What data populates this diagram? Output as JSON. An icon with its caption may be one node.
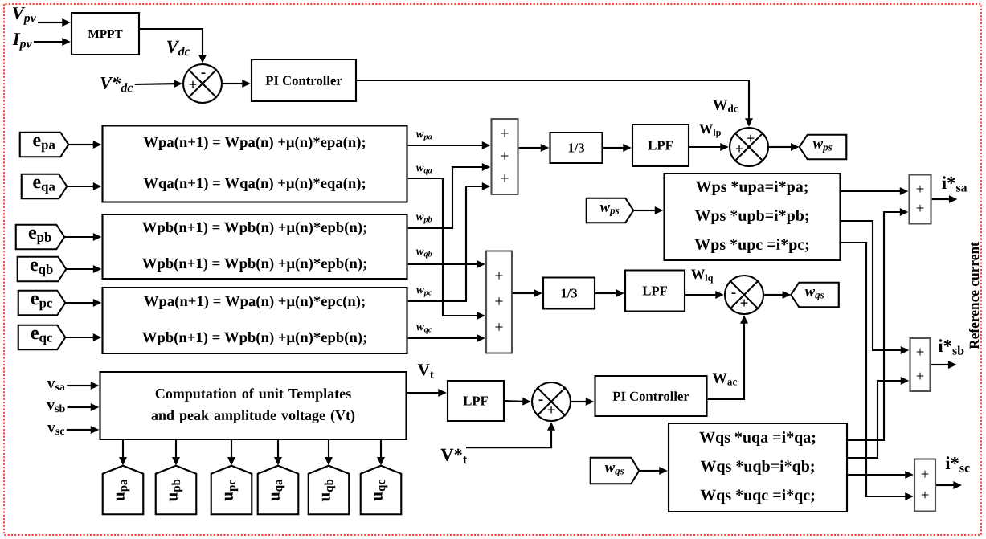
{
  "diagram": {
    "nodes": [
      {
        "text": [
          "V$_{pv}$"
        ]
      },
      {
        "text": [
          "I$_{pv}$"
        ]
      },
      {
        "text": [
          "MPPT"
        ]
      },
      {
        "text": [
          "V*$_{dc}$"
        ]
      },
      {
        "text": [
          "-",
          "+"
        ]
      },
      {
        "text": [
          "PI Controller"
        ]
      },
      {
        "text": [
          "e$_{pa}$"
        ]
      },
      {
        "text": [
          "Wpa(n+1) = Wpa(n) +μ(n)*epa(n);",
          "Wqa(n+1) = Wqa(n) +μ(n)*eqa(n);"
        ]
      },
      {
        "text": [
          "+",
          "+",
          "+"
        ]
      },
      {
        "text": [
          "1/3"
        ]
      },
      {
        "text": [
          "LPF"
        ]
      },
      {
        "text": [
          "+",
          "+"
        ]
      },
      {
        "text": [
          "w$_{ps}$"
        ]
      },
      {
        "text": [
          "e$_{qa}$"
        ]
      },
      {
        "text": [
          "w$_{ps}$"
        ]
      },
      {
        "text": [
          "Wps *upa=i*pa;",
          "Wps *upb=i*pb;",
          "Wps *upc =i*pc;"
        ]
      },
      {
        "text": [
          "+",
          "+"
        ]
      },
      {
        "text": [
          "e$_{pb}$"
        ]
      },
      {
        "text": [
          "e$_{qb}$"
        ]
      },
      {
        "text": [
          "Wpb(n+1) = Wpb(n) +μ(n)*epb(n);",
          "Wpb(n+1) = Wpb(n) +μ(n)*epb(n);"
        ]
      },
      {
        "text": [
          "+",
          "+",
          "+"
        ]
      },
      {
        "text": [
          "1/3"
        ]
      },
      {
        "text": [
          "LPF"
        ]
      },
      {
        "text": [
          "-",
          "+"
        ]
      },
      {
        "text": [
          "w$_{qs}$"
        ]
      },
      {
        "text": [
          "e$_{pc}$"
        ]
      },
      {
        "text": [
          "e$_{qc}$"
        ]
      },
      {
        "text": [
          "Wpa(n+1) = Wpa(n) +μ(n)*epc(n);",
          "Wpb(n+1) = Wpb(n) +μ(n)*epb(n);"
        ]
      },
      {
        "text": [
          "+",
          "+"
        ]
      },
      {
        "text": [
          "v$_{sa}$"
        ]
      },
      {
        "text": [
          "v$_{sb}$"
        ]
      },
      {
        "text": [
          "v$_{sc}$"
        ]
      },
      {
        "text": [
          "Computation of unit Templates and peak amplitude voltage (Vt)"
        ]
      },
      {
        "text": [
          "LPF"
        ]
      },
      {
        "text": [
          "-",
          "+"
        ]
      },
      {
        "text": [
          "PI Controller"
        ]
      },
      {
        "text": [
          "V*$_{t}$"
        ]
      },
      {
        "text": [
          "w$_{qs}$"
        ]
      },
      {
        "text": [
          "Wqs *uqa =i*qa;",
          "Wqs *uqb=i*qb;",
          "Wqs *uqc =i*qc;"
        ]
      },
      {
        "text": [
          "+",
          "+"
        ]
      },
      {
        "text": [
          "u$_{pa}$"
        ]
      },
      {
        "text": [
          "u$_{pb}$"
        ]
      },
      {
        "text": [
          "u$_{pc}$"
        ]
      },
      {
        "text": [
          "u$_{qa}$"
        ]
      },
      {
        "text": [
          "u$_{qb}$"
        ]
      },
      {
        "text": [
          "u$_{qc}$"
        ]
      }
    ],
    "edges": [
      {
        "from": 0,
        "to": 2,
        "arrow": "to"
      },
      {
        "from": 1,
        "to": 2,
        "arrow": "to"
      },
      {
        "from": 2,
        "to": 4,
        "arrow": "to",
        "label": "V$_{dc}$"
      },
      {
        "from": 3,
        "to": 4,
        "arrow": "to"
      },
      {
        "from": 4,
        "to": 5,
        "arrow": "to"
      },
      {
        "from": 5,
        "to": 11,
        "arrow": "to",
        "label": "W$_{dc}$"
      },
      {
        "from": 6,
        "to": 7,
        "arrow": "to"
      },
      {
        "from": 13,
        "to": 7,
        "arrow": "to"
      },
      {
        "from": 7,
        "to": 8,
        "arrow": "to",
        "label": "w$_{pa}$"
      },
      {
        "from": 7,
        "to": 20,
        "arrow": "to",
        "label": "w$_{qa}$"
      },
      {
        "from": 19,
        "to": 8,
        "arrow": "to",
        "label": "w$_{pb}$"
      },
      {
        "from": 19,
        "to": 20,
        "arrow": "to",
        "label": "w$_{qb}$"
      },
      {
        "from": 27,
        "to": 8,
        "arrow": "to",
        "label": "w$_{pc}$"
      },
      {
        "from": 27,
        "to": 20,
        "arrow": "to",
        "label": "w$_{qc}$"
      },
      {
        "from": 17,
        "to": 19,
        "arrow": "to"
      },
      {
        "from": 18,
        "to": 19,
        "arrow": "to"
      },
      {
        "from": 25,
        "to": 27,
        "arrow": "to"
      },
      {
        "from": 26,
        "to": 27,
        "arrow": "to"
      },
      {
        "from": 8,
        "to": 9,
        "arrow": "to"
      },
      {
        "from": 9,
        "to": 10,
        "arrow": "to"
      },
      {
        "from": 10,
        "to": 11,
        "arrow": "to",
        "label": "W$_{lp}$"
      },
      {
        "from": 11,
        "to": 12,
        "arrow": "to"
      },
      {
        "from": 20,
        "to": 21,
        "arrow": "to"
      },
      {
        "from": 21,
        "to": 22,
        "arrow": "to"
      },
      {
        "from": 22,
        "to": 23,
        "arrow": "to",
        "label": "W$_{lq}$"
      },
      {
        "from": 23,
        "to": 24,
        "arrow": "to"
      },
      {
        "from": 14,
        "to": 15,
        "arrow": "to"
      },
      {
        "from": 37,
        "to": 38,
        "arrow": "to"
      },
      {
        "from": 15,
        "to": 16,
        "arrow": "to"
      },
      {
        "from": 15,
        "to": 28,
        "arrow": "to"
      },
      {
        "from": 15,
        "to": 39,
        "arrow": "to"
      },
      {
        "from": 38,
        "to": 16,
        "arrow": "to"
      },
      {
        "from": 38,
        "to": 28,
        "arrow": "to"
      },
      {
        "from": 38,
        "to": 39,
        "arrow": "to"
      },
      {
        "from": 16,
        "to": null,
        "arrow": "to",
        "label": "i*$_{sa}$"
      },
      {
        "from": 28,
        "to": null,
        "arrow": "to",
        "label": "i*$_{sb}$"
      },
      {
        "from": 39,
        "to": null,
        "arrow": "to",
        "label": "i*$_{sc}$"
      },
      {
        "from": 29,
        "to": 32,
        "arrow": "to"
      },
      {
        "from": 30,
        "to": 32,
        "arrow": "to"
      },
      {
        "from": 31,
        "to": 32,
        "arrow": "to"
      },
      {
        "from": 32,
        "to": 33,
        "arrow": "to",
        "label": "V$_{t}$"
      },
      {
        "from": 33,
        "to": 34,
        "arrow": "to"
      },
      {
        "from": 34,
        "to": 35,
        "arrow": "to"
      },
      {
        "from": 35,
        "to": 23,
        "arrow": "to",
        "label": "W$_{ac}$"
      },
      {
        "from": 36,
        "to": 34,
        "arrow": "to"
      },
      {
        "from": 32,
        "to": 40,
        "arrow": "to"
      },
      {
        "from": 32,
        "to": 41,
        "arrow": "to"
      },
      {
        "from": 32,
        "to": 42,
        "arrow": "to"
      },
      {
        "from": 32,
        "to": 43,
        "arrow": "to"
      },
      {
        "from": 32,
        "to": 44,
        "arrow": "to"
      },
      {
        "from": 32,
        "to": 45,
        "arrow": "to"
      }
    ],
    "labels": [
      "Reference current"
    ]
  }
}
